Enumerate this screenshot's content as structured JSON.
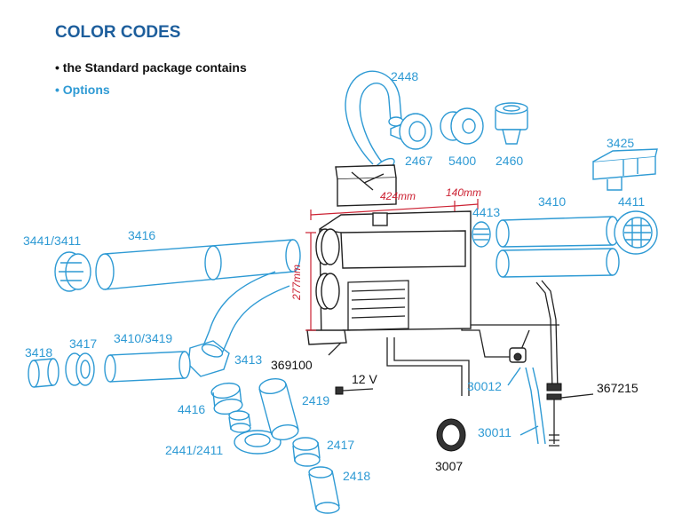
{
  "title": "COLOR CODES",
  "legend": {
    "standard": "• the Standard package contains",
    "options": "• Options"
  },
  "colors": {
    "title": "#1d5e9c",
    "options": "#2e9ad4",
    "standard": "#111111",
    "dimension": "#cc2233"
  },
  "dimensions": {
    "width": "424mm",
    "depth": "140mm",
    "height": "277mm"
  },
  "labels": {
    "p2448": "2448",
    "p2467": "2467",
    "p5400": "5400",
    "p2460": "2460",
    "p3425": "3425",
    "p3410": "3410",
    "p4411": "4411",
    "p4413": "4413",
    "p3441_3411": "3441/3411",
    "p3416": "3416",
    "p3418": "3418",
    "p3417": "3417",
    "p3410_3419": "3410/3419",
    "p3413": "3413",
    "p369100": "369100",
    "p12v": "12 V",
    "p2419": "2419",
    "p4416": "4416",
    "p2441_2411": "2441/2411",
    "p2417": "2417",
    "p2418": "2418",
    "p3007": "3007",
    "p30012": "30012",
    "p30011": "30011",
    "p367215": "367215"
  }
}
